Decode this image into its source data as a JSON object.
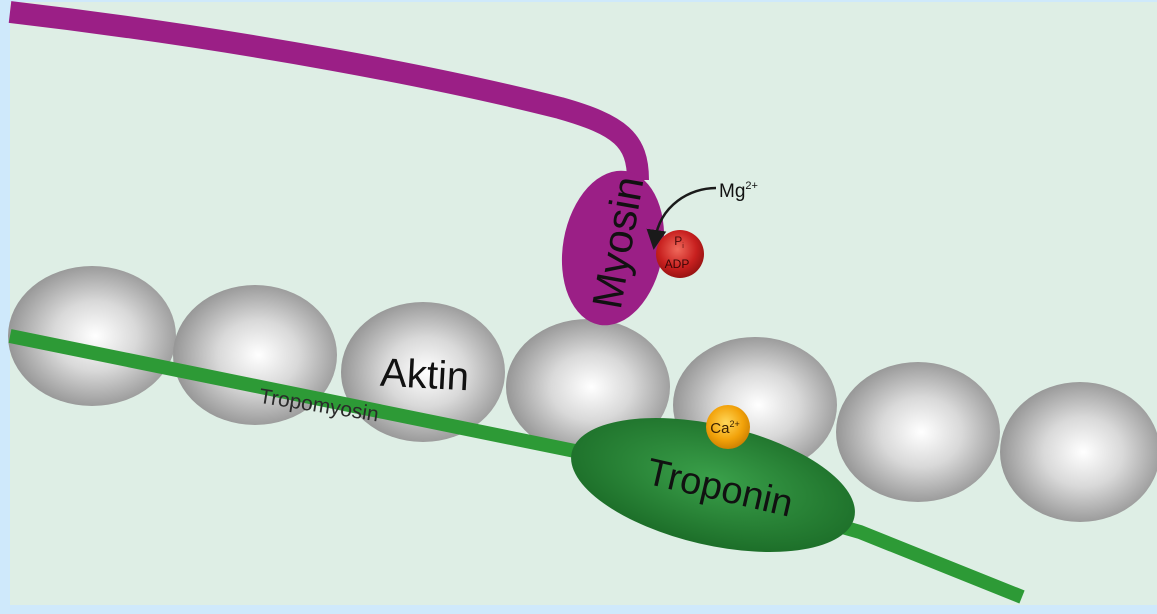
{
  "labels": {
    "myosin": "Myosin",
    "magnesium": "Mg",
    "magnesium_charge": "2+",
    "phosphate": "P",
    "phosphate_sub": "i",
    "adp": "ADP",
    "actin": "Aktin",
    "tropomyosin": "Tropomyosin",
    "troponin": "Troponin",
    "calcium": "Ca",
    "calcium_charge": "2+"
  },
  "colors": {
    "border": "#cfe9fb",
    "background": "#deeee5",
    "myosin": "#9b1f86",
    "tropomyosin": "#2d9a36",
    "troponin": "#23802f",
    "actin": "#a9a9a9",
    "atp_ball": "#c8201f",
    "calcium_ball": "#f2a20a"
  }
}
